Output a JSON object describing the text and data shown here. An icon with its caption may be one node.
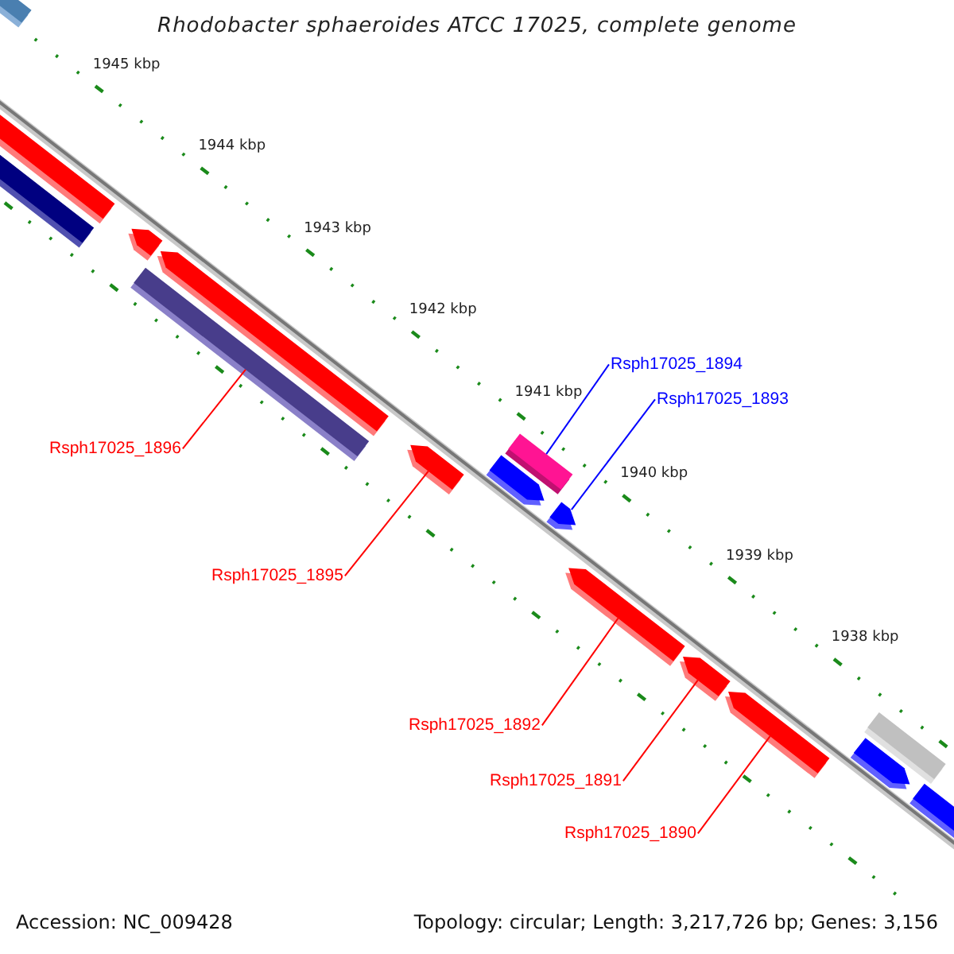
{
  "diagram": {
    "title": "Rhodobacter sphaeroides ATCC 17025, complete genome",
    "nodes": [
      {
        "text": [],
        "shape": "bar"
      },
      {
        "text": [],
        "shape": "arrow"
      },
      {
        "text": [],
        "shape": "bar"
      },
      {
        "text": [],
        "shape": "arrow"
      },
      {
        "text": [],
        "shape": "arrow"
      },
      {
        "text": [],
        "shape": "bar"
      },
      {
        "text": [],
        "shape": "arrow"
      },
      {
        "text": [],
        "shape": "bar"
      },
      {
        "text": [],
        "shape": "arrow"
      },
      {
        "text": [],
        "shape": "arrow"
      },
      {
        "text": [],
        "shape": "arrow"
      },
      {
        "text": [],
        "shape": "arrow"
      },
      {
        "text": [],
        "shape": "arrow"
      },
      {
        "text": [],
        "shape": "bar"
      },
      {
        "text": [],
        "shape": "arrow"
      },
      {
        "text": [],
        "shape": "arrow"
      },
      {
        "text": [
          "Rsph17025_1896"
        ]
      },
      {
        "text": [
          "Rsph17025_1895"
        ]
      },
      {
        "text": [
          "Rsph17025_1894"
        ]
      },
      {
        "text": [
          "Rsph17025_1893"
        ]
      },
      {
        "text": [
          "Rsph17025_1892"
        ]
      },
      {
        "text": [
          "Rsph17025_1891"
        ]
      },
      {
        "text": [
          "Rsph17025_1890"
        ]
      }
    ],
    "edges": [
      {
        "from": 16,
        "to": 5,
        "arrow": "none"
      },
      {
        "from": 17,
        "to": 6,
        "arrow": "none"
      },
      {
        "from": 18,
        "to": 7,
        "arrow": "none",
        "color": "#0000ff"
      },
      {
        "from": 19,
        "to": 9,
        "arrow": "none",
        "color": "#0000ff"
      },
      {
        "from": 20,
        "to": 10,
        "arrow": "none"
      },
      {
        "from": 21,
        "to": 11,
        "arrow": "none"
      },
      {
        "from": 22,
        "to": 12,
        "arrow": "none"
      }
    ],
    "labels": [
      "1945 kbp",
      "1944 kbp",
      "1943 kbp",
      "1942 kbp",
      "1941 kbp",
      "1940 kbp",
      "1939 kbp",
      "1938 kbp",
      "Accession: NC_009428",
      "Topology: circular; Length: 3,217,726 bp; Genes: 3,156"
    ]
  }
}
